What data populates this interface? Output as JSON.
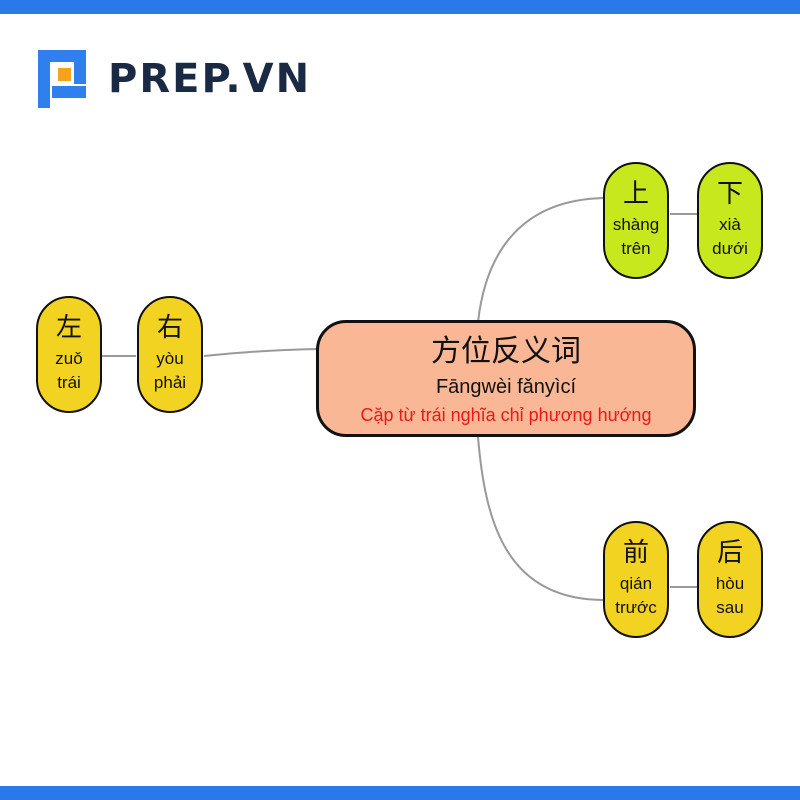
{
  "brand": {
    "name": "PREP.VN",
    "icon": "prep-logo-icon",
    "accent": "#2979e8"
  },
  "center": {
    "hanzi": "方位反义词",
    "pinyin": "Fāngwèi fǎnyìcí",
    "meaning": "Cặp từ trái nghĩa chỉ phương hướng",
    "fill": "#f9b795",
    "meaning_color": "#e81919"
  },
  "pairs": {
    "left_right": [
      {
        "hanzi": "左",
        "pinyin": "zuǒ",
        "meaning": "trái"
      },
      {
        "hanzi": "右",
        "pinyin": "yòu",
        "meaning": "phải"
      }
    ],
    "up_down": [
      {
        "hanzi": "上",
        "pinyin": "shàng",
        "meaning": "trên"
      },
      {
        "hanzi": "下",
        "pinyin": "xià",
        "meaning": "dưới"
      }
    ],
    "front_back": [
      {
        "hanzi": "前",
        "pinyin": "qián",
        "meaning": "trước"
      },
      {
        "hanzi": "后",
        "pinyin": "hòu",
        "meaning": "sau"
      }
    ]
  },
  "colors": {
    "yellow_node": "#f2d321",
    "green_node": "#c8e81e",
    "frame_bars": "#2979e8"
  }
}
